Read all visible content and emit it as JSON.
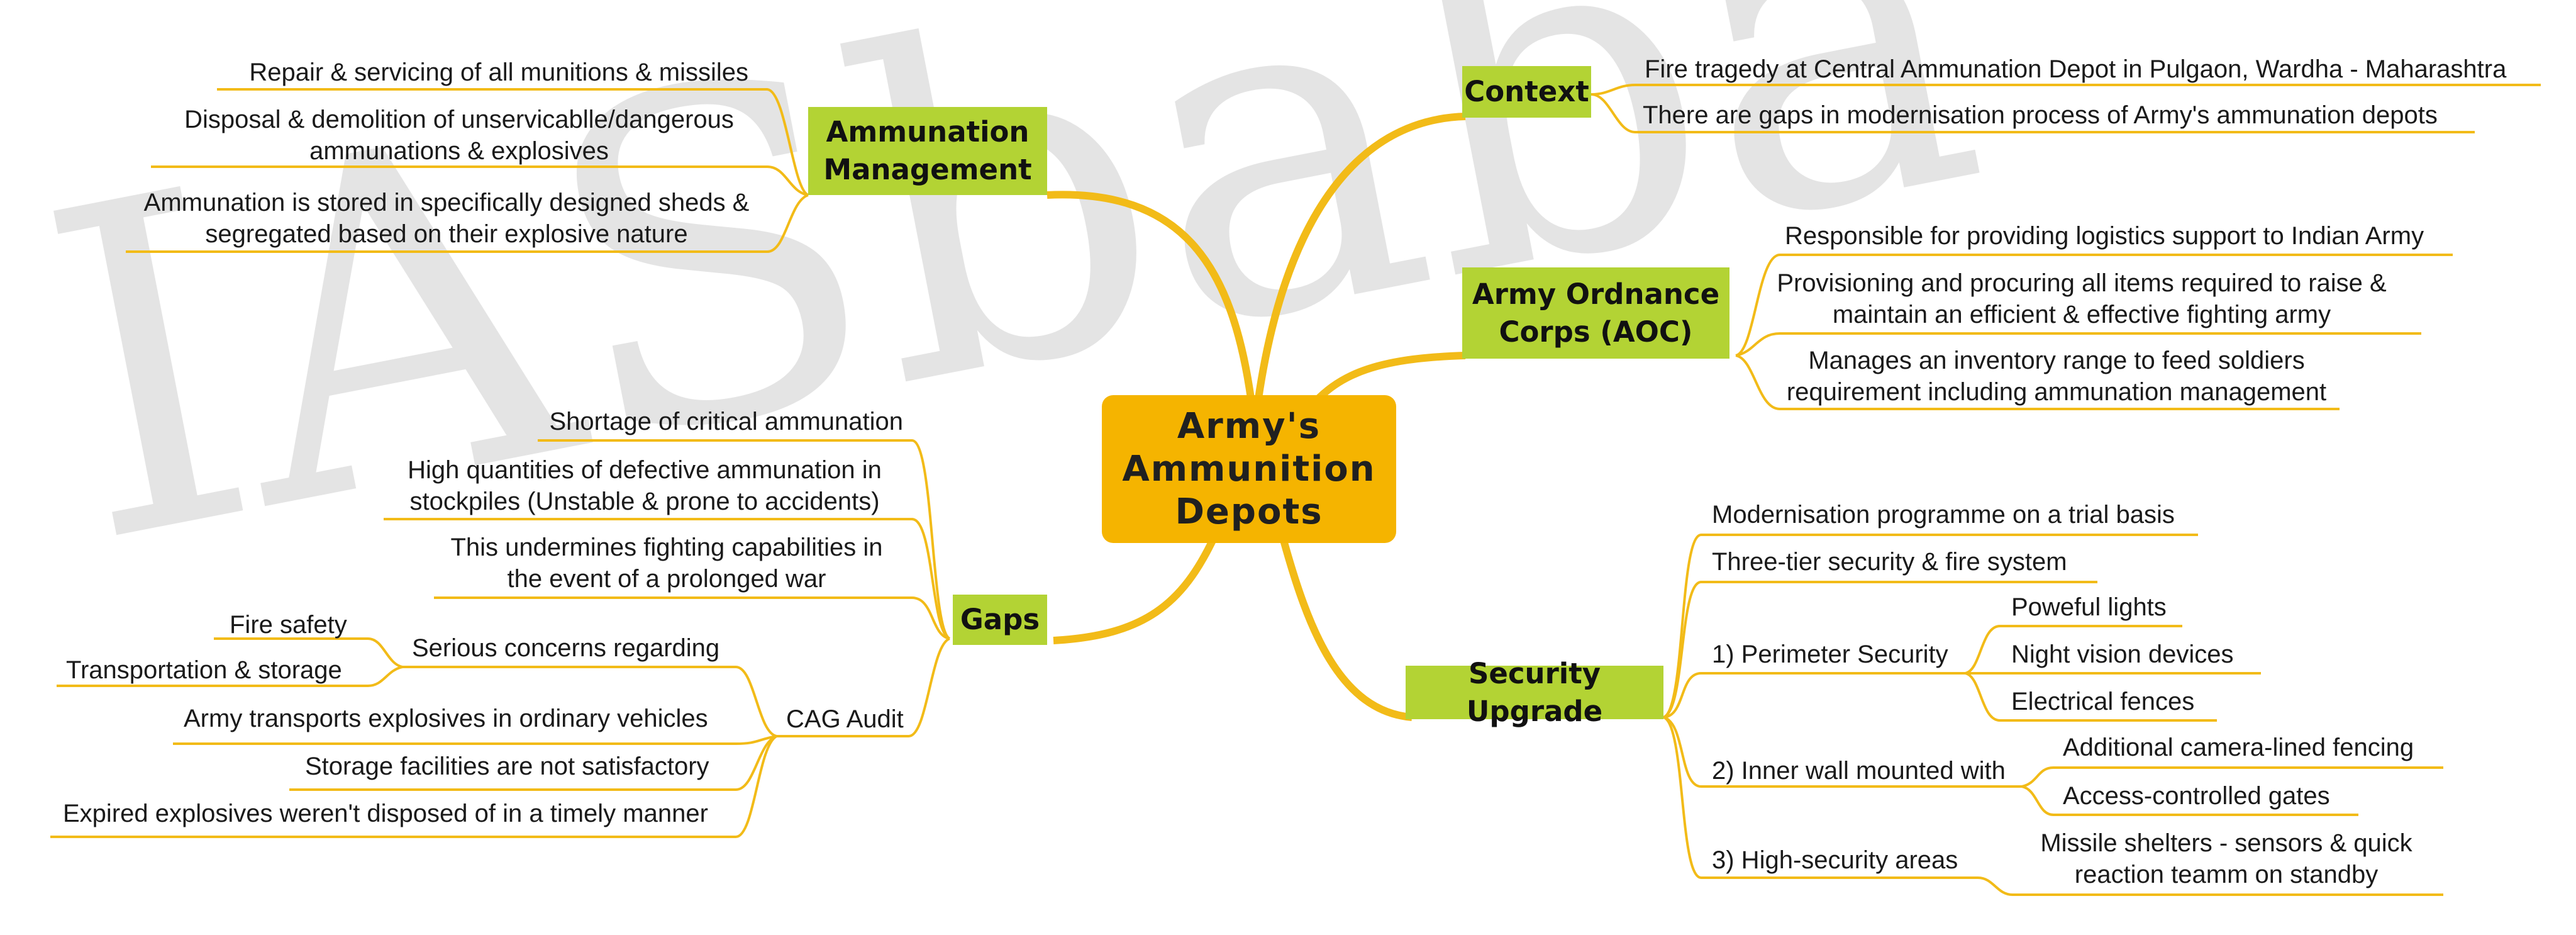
{
  "watermark": "IASbaba",
  "center": {
    "line1": "Army's",
    "line2": "Ammunition",
    "line3": "Depots"
  },
  "branches": {
    "ammunation_management": {
      "title_line1": "Ammunation",
      "title_line2": "Management",
      "items": [
        "Repair & servicing of all munitions & missiles",
        "Disposal & demolition of unservicablle/dangerous",
        "ammunations & explosives",
        "Ammunation is stored in specifically designed sheds &",
        "segregated based on their explosive nature"
      ]
    },
    "context": {
      "title": "Context",
      "items": [
        "Fire tragedy at Central Ammunation Depot in Pulgaon, Wardha - Maharashtra",
        "There are gaps in modernisation process of Army's ammunation depots"
      ]
    },
    "aoc": {
      "title_line1": "Army Ordnance",
      "title_line2": "Corps (AOC)",
      "items": [
        "Responsible for providing logistics support to Indian Army",
        "Provisioning and procuring all items required to raise &",
        "maintain an efficient & effective fighting army",
        "Manages an inventory range to feed soldiers",
        "requirement including ammunation management"
      ]
    },
    "gaps": {
      "title": "Gaps",
      "items": [
        "Shortage of critical ammunation",
        "High quantities of defective ammunation in",
        "stockpiles (Unstable & prone to accidents)",
        "This undermines fighting capabilities in",
        "the event of a prolonged war"
      ],
      "cag_audit": {
        "label": "CAG Audit",
        "serious_concerns": "Serious concerns regarding",
        "concerns": [
          "Fire safety",
          "Transportation & storage"
        ],
        "findings": [
          "Army transports explosives in ordinary vehicles",
          "Storage facilities are not satisfactory",
          "Expired explosives weren't disposed of in a timely manner"
        ]
      }
    },
    "security_upgrade": {
      "title": "Security Upgrade",
      "items": [
        "Modernisation programme on a trial basis",
        "Three-tier security & fire system"
      ],
      "perimeter": {
        "label": "1) Perimeter Security",
        "items": [
          "Poweful lights",
          "Night vision devices",
          "Electrical fences"
        ]
      },
      "inner_wall": {
        "label": "2) Inner wall mounted with",
        "items": [
          "Additional camera-lined fencing",
          "Access-controlled gates"
        ]
      },
      "high_security": {
        "label": "3) High-security areas",
        "item_line1": "Missile shelters - sensors & quick",
        "item_line2": "reaction teamm on standby"
      }
    }
  },
  "colors": {
    "center_fill": "#f5b400",
    "main_topic_fill": "#b3d334",
    "connector": "#f2bb18",
    "watermark": "#e4e4e4"
  }
}
